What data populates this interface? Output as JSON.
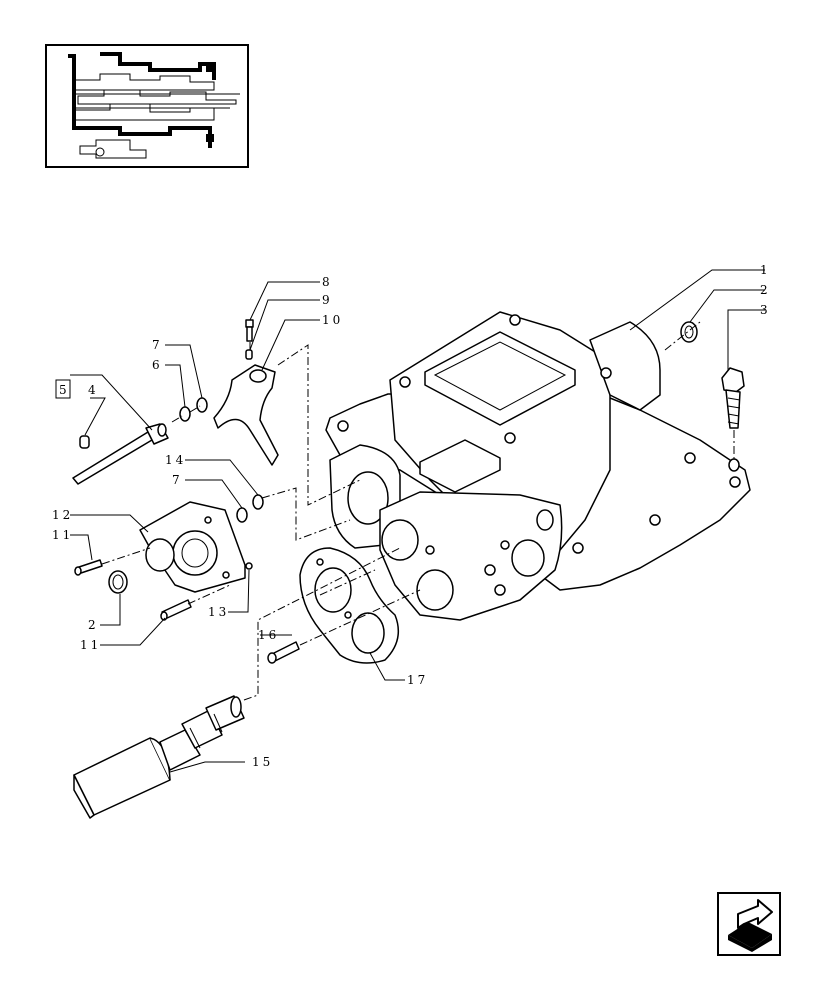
{
  "callouts": {
    "c1": "1",
    "c2a": "2",
    "c3": "3",
    "c4": "4",
    "c5": "5",
    "c6": "6",
    "c7a": "7",
    "c7b": "7",
    "c8": "8",
    "c9": "9",
    "c10": "10",
    "c11a": "11",
    "c11b": "11",
    "c12": "12",
    "c13": "13",
    "c14": "14",
    "c2b": "2",
    "c15": "15",
    "c16": "16",
    "c17": "17"
  },
  "icons": {
    "thumbnail": "transmission-thumbnail-icon",
    "nav": "next-page-arrow-icon"
  },
  "colors": {
    "ink": "#000000",
    "paper": "#ffffff"
  }
}
